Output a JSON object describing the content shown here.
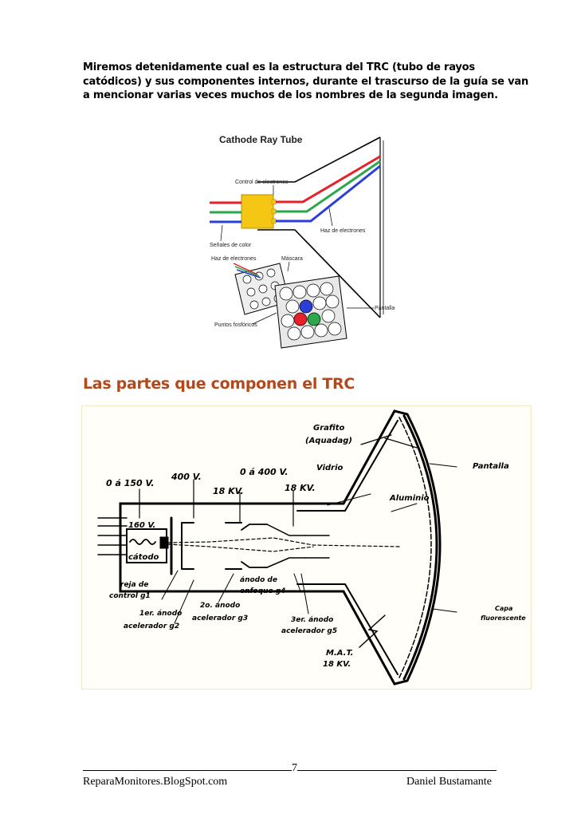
{
  "intro_text": "Miremos detenidamente cual es la estructura del TRC (tubo de rayos catódicos) y sus componentes internos, durante el trascurso de la guía se van a mencionar varias veces muchos de los nombres de la segunda imagen.",
  "figure1": {
    "title": "Cathode Ray Tube",
    "labels": {
      "control": "Control de electrones",
      "haz": "Haz de electrones",
      "senales": "Señales de color",
      "haz2": "Haz de electrones",
      "mascara": "Máscara",
      "pantalla": "Pantalla",
      "puntos": "Puntos fosfóricos"
    },
    "colors": {
      "red": "#e8202a",
      "green": "#2aa84a",
      "blue": "#2a3fd8",
      "gun": "#f5c614"
    }
  },
  "section_heading": "Las partes que componen el TRC",
  "figure2": {
    "labels": {
      "grafito": "Grafito",
      "aquadag": "(Aquadag)",
      "vidrio": "Vidrio",
      "pantalla": "Pantalla",
      "aluminio": "Aluminio",
      "v0150": "0 á 150 V.",
      "v400": "400 V.",
      "v0400": "0 á 400 V.",
      "kv18a": "18 KV.",
      "kv18b": "18 KV.",
      "v160": "160 V.",
      "catodo": "cátodo",
      "reja1": "reja de",
      "reja2": "control g1",
      "anodo1a": "1er. ánodo",
      "anodo1b": "acelerador g2",
      "anodo2a": "2o. ánodo",
      "anodo2b": "acelerador g3",
      "enfoque1": "ánodo de",
      "enfoque2": "enfoque g4",
      "anodo3a": "3er. ánodo",
      "anodo3b": "acelerador g5",
      "mat1": "M.A.T.",
      "mat2": "18 KV.",
      "capa1": "Capa",
      "capa2": "fluorescente"
    }
  },
  "footer": {
    "page_number": "7",
    "site": "ReparaMonitores.BlogSpot.com",
    "author": "Daniel Bustamante"
  }
}
